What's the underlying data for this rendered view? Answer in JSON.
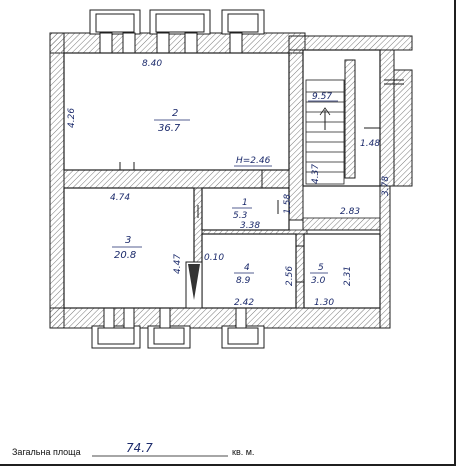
{
  "rooms": [
    {
      "id": "room-2",
      "number": "2",
      "area": "36.7"
    },
    {
      "id": "room-1",
      "number": "1",
      "area": "5.3"
    },
    {
      "id": "room-3",
      "number": "3",
      "area": "20.8"
    },
    {
      "id": "room-4",
      "number": "4",
      "area": "8.9"
    },
    {
      "id": "room-5",
      "number": "5",
      "area": "3.0"
    },
    {
      "id": "room-stair",
      "number": "",
      "area": "9.57"
    }
  ],
  "dimensions": {
    "d_8_40": "8.40",
    "d_4_26": "4.26",
    "d_h_2_46": "H=2.46",
    "d_4_74": "4.74",
    "d_1_58": "1.58",
    "d_3_38": "3.38",
    "d_4_47": "4.47",
    "d_0_10": "0.10",
    "d_2_56": "2.56",
    "d_2_31": "2.31",
    "d_2_42": "2.42",
    "d_1_30": "1.30",
    "d_2_83": "2.83",
    "d_3_78": "3.78",
    "d_4_37": "4.37",
    "d_1_48": "1.48"
  },
  "footer": {
    "label": "Загальна  площа",
    "value": "74.7",
    "unit": "кв. м."
  },
  "colors": {
    "wall": "#1f1f1f",
    "hatch": "#6b6b6b",
    "ink": "#1b2a6b"
  }
}
